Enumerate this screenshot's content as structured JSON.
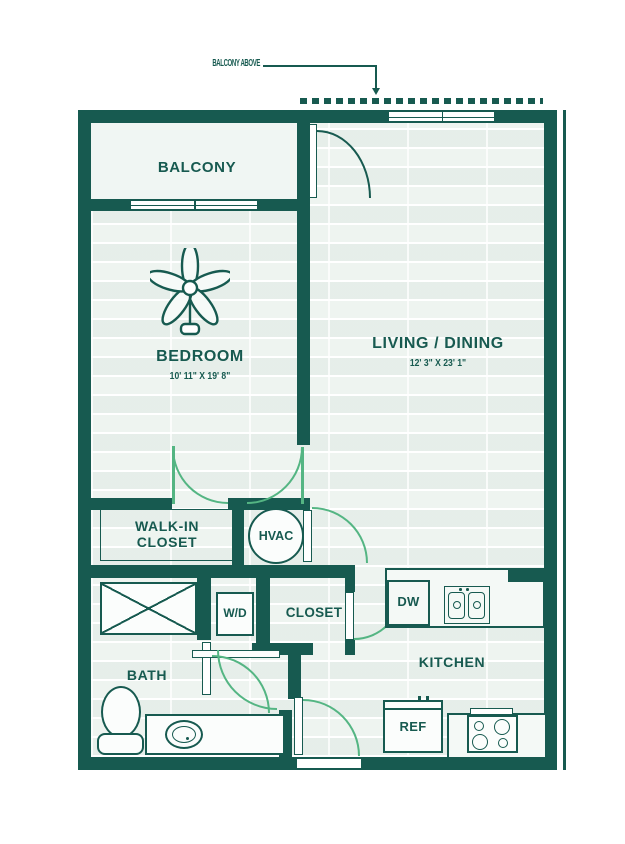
{
  "annotation": {
    "label": "BALCONY ABOVE"
  },
  "rooms": {
    "balcony": {
      "label": "BALCONY"
    },
    "bedroom": {
      "label": "BEDROOM",
      "dims": "10' 11\" X 19' 8\""
    },
    "living": {
      "label": "LIVING / DINING",
      "dims": "12' 3\" X 23' 1\""
    },
    "walkin": {
      "label": "WALK-IN\nCLOSET"
    },
    "hvac": {
      "label": "HVAC"
    },
    "wd": {
      "label": "W/D"
    },
    "closet": {
      "label": "CLOSET"
    },
    "bath": {
      "label": "BATH"
    },
    "kitchen": {
      "label": "KITCHEN"
    }
  },
  "appliances": {
    "dishwasher": "DW",
    "refrigerator": "REF"
  },
  "colors": {
    "wall": "#175a50",
    "door_arc": "#54b583",
    "interior_hatch": "#eef4f0",
    "background": "#ffffff"
  }
}
